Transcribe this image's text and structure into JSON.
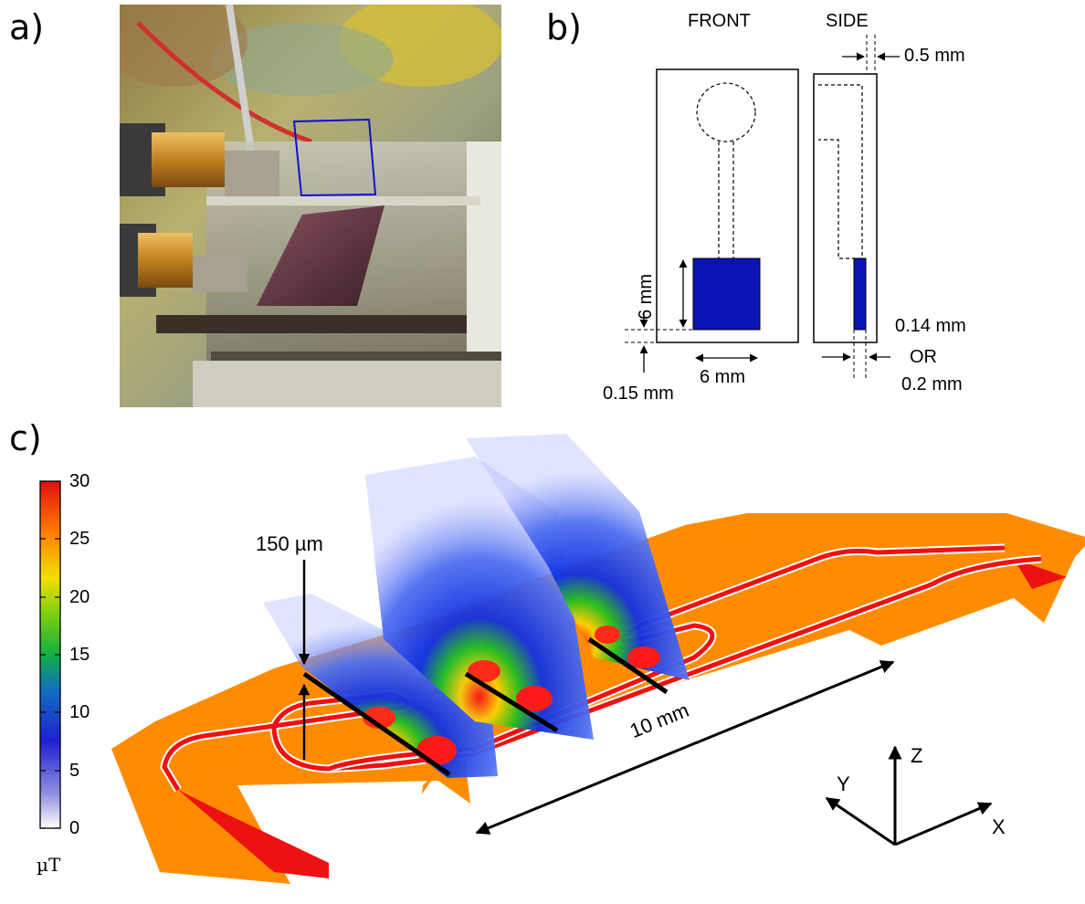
{
  "panels": {
    "a": "a)",
    "b": "b)",
    "c": "c)"
  },
  "diagram_b": {
    "front_title": "FRONT",
    "side_title": "SIDE",
    "dim_height": "6 mm",
    "dim_width": "6 mm",
    "dim_gap": "0.15 mm",
    "dim_thickness": "0.5 mm",
    "dim_layer_1": "0.14 mm",
    "dim_or": "OR",
    "dim_layer_2": "0.2 mm"
  },
  "diagram_c": {
    "height_label": "150 µm",
    "length_label": "10 mm",
    "axis_x": "X",
    "axis_y": "Y",
    "axis_z": "Z"
  },
  "colorbar": {
    "ticks": [
      "30",
      "25",
      "20",
      "15",
      "10",
      "5",
      "0"
    ],
    "unit": "µT",
    "range": [
      0,
      30
    ]
  },
  "colors": {
    "sensor_blue": "#0a14b4",
    "trace_orange": "#ff8c00",
    "trace_red": "#ee1111"
  }
}
